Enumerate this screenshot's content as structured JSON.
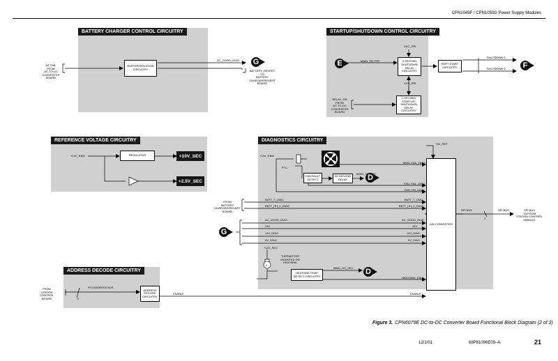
{
  "header": {
    "title": "CPN1049F / CPN1050G Power Supply Modules"
  },
  "battery": {
    "title": "BATTERY CHARGER CONTROL CIRCUITRY",
    "input_label": "AC FAIL\nFROM\nAC-TO-DC\nCONVERTER\nBOARD",
    "buffer_box": "BUFFER/ISOLATION\nCIRCUITRY",
    "ac_good_diag": "AC_GOOD_DIAG",
    "connector": "G",
    "battery_revert": "BATTERY_REVERT\nTO\nBATTERY\nCHARGER/REVERT\nBOARD"
  },
  "startup": {
    "title": "STARTUP/SHUTDOWN CONTROL CIRCUITRY",
    "connector_in": "E",
    "main_so_pri": "MAIN_SO_PRI",
    "vcc_pri_1": "VCC_PRI",
    "delay_box": "5 SECOND\nSHUTDOWN\nDELAY\nCIRCUITRY",
    "soft_start_box": "SOFT START\nCIRCUITRY",
    "shutdown_1": "SHUTDOWN 1",
    "shutdown_2": "SHUTDOWN 2",
    "connector_out": "F",
    "vcc_pri_2": "VCC_PRI",
    "relay_label": "RELAY_ON\nFROM\nAC-TO-DC\nCONVERTER\nBOARD",
    "startup_box": "1-SECOND\nSTARTUP/\nSHUTDOWN\nDELAY\nCIRCUITRY"
  },
  "reference": {
    "title": "REFERENCE VOLTAGE CIRCUITRY",
    "raw_label": "+14V_RAW",
    "regulator_box": "REGULATOR",
    "out1": "+10V_SEC",
    "out2": "+2.5V_SEC"
  },
  "diagnostics": {
    "title": "DIAGNOSTICS CIRCUITRY",
    "v5_ref": "+5V_REF",
    "v14_raw": "+14V_RAW",
    "ptc": "PTC",
    "mod_fail_diag": "MOD_FAIL_DIAG",
    "fan_fault_box": "FAN FAULT\nDETECT",
    "delay_90_box": "90-SECOND\nDELAY",
    "main_so_sec_1": "MAIN_SO_SEC",
    "connector_d1": "D",
    "fan_fail_diag": "FAN_FAIL_DIAG",
    "fan_on_diag": "FAN_ON_DIAG",
    "from_battery": "FROM\nBATTERY\nCHARGER/REVERT\nBOARD",
    "batt_t_diag": "BATT_T_DIAG",
    "batt_ch_v_diag": "BATT_CH_V_DIAG",
    "connector_g": "G",
    "ac_good_diag": "AC_GOOD_DIAG",
    "v14": "14V",
    "v14_diag": "14V_DIAG",
    "v5_diag": "5V_DIAG",
    "ad_converter": "A/D\nCONVERTER",
    "spi_bus": "SPI BUS",
    "spi_bus_width": "2",
    "spi_bus_out": "SPI BUS",
    "spi_dest": "SPI BUS\nTO/FROM\nSTATION CONTROL\nMODULE",
    "v14_sec": "+14V_SEC",
    "thermistor": "THERMISTOR\nMOUNTED ON\nHEATSINK",
    "heatsink_box": "HEATSINK TEMP\nDETECT CIRCUITRY",
    "main_so_sec_2": "MAIN_SO_SEC",
    "connector_d2": "D",
    "heatsink_diag": "HEATSINK_DIAG"
  },
  "address": {
    "title": "ADDRESS DECODE CIRCUITRY",
    "from_station": "FROM\nSTATION\nCONTROL\nBOARD",
    "pio_bus": "P/O ADDRESS BUS",
    "bus_width": "9",
    "decode_box": "ADDRESS\nDECODE\nCIRCUITRY",
    "enable_1": "ENABLE",
    "enable_2": "ENABLE"
  },
  "caption": {
    "figure_no": "Figure 3.",
    "text": "CPN6079E DC-to-DC Converter Board Functional Block Diagram (2 of 2)"
  },
  "footer": {
    "date": "12/1/01",
    "doc_no": "68P81096E09–A",
    "page": "21"
  }
}
